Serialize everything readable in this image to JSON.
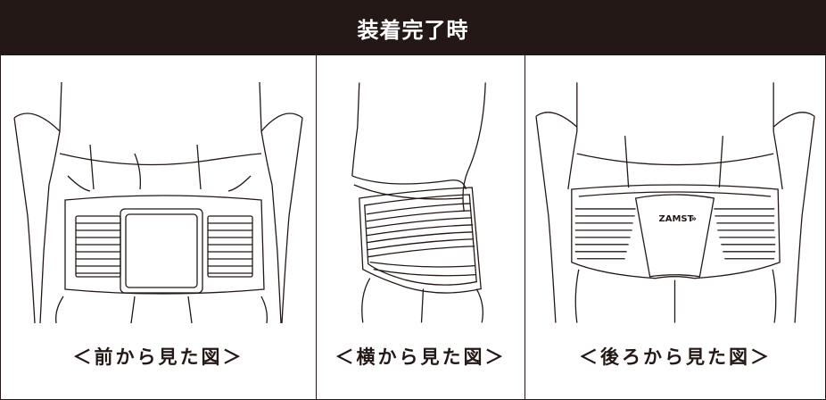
{
  "header": {
    "title": "装着完了時"
  },
  "panels": [
    {
      "caption": "＜前から見た図＞"
    },
    {
      "caption": "＜横から見た図＞"
    },
    {
      "caption": "＜後ろから見た図＞",
      "logo_text": "ZAMST"
    }
  ],
  "colors": {
    "ink": "#231815",
    "background": "#ffffff"
  }
}
